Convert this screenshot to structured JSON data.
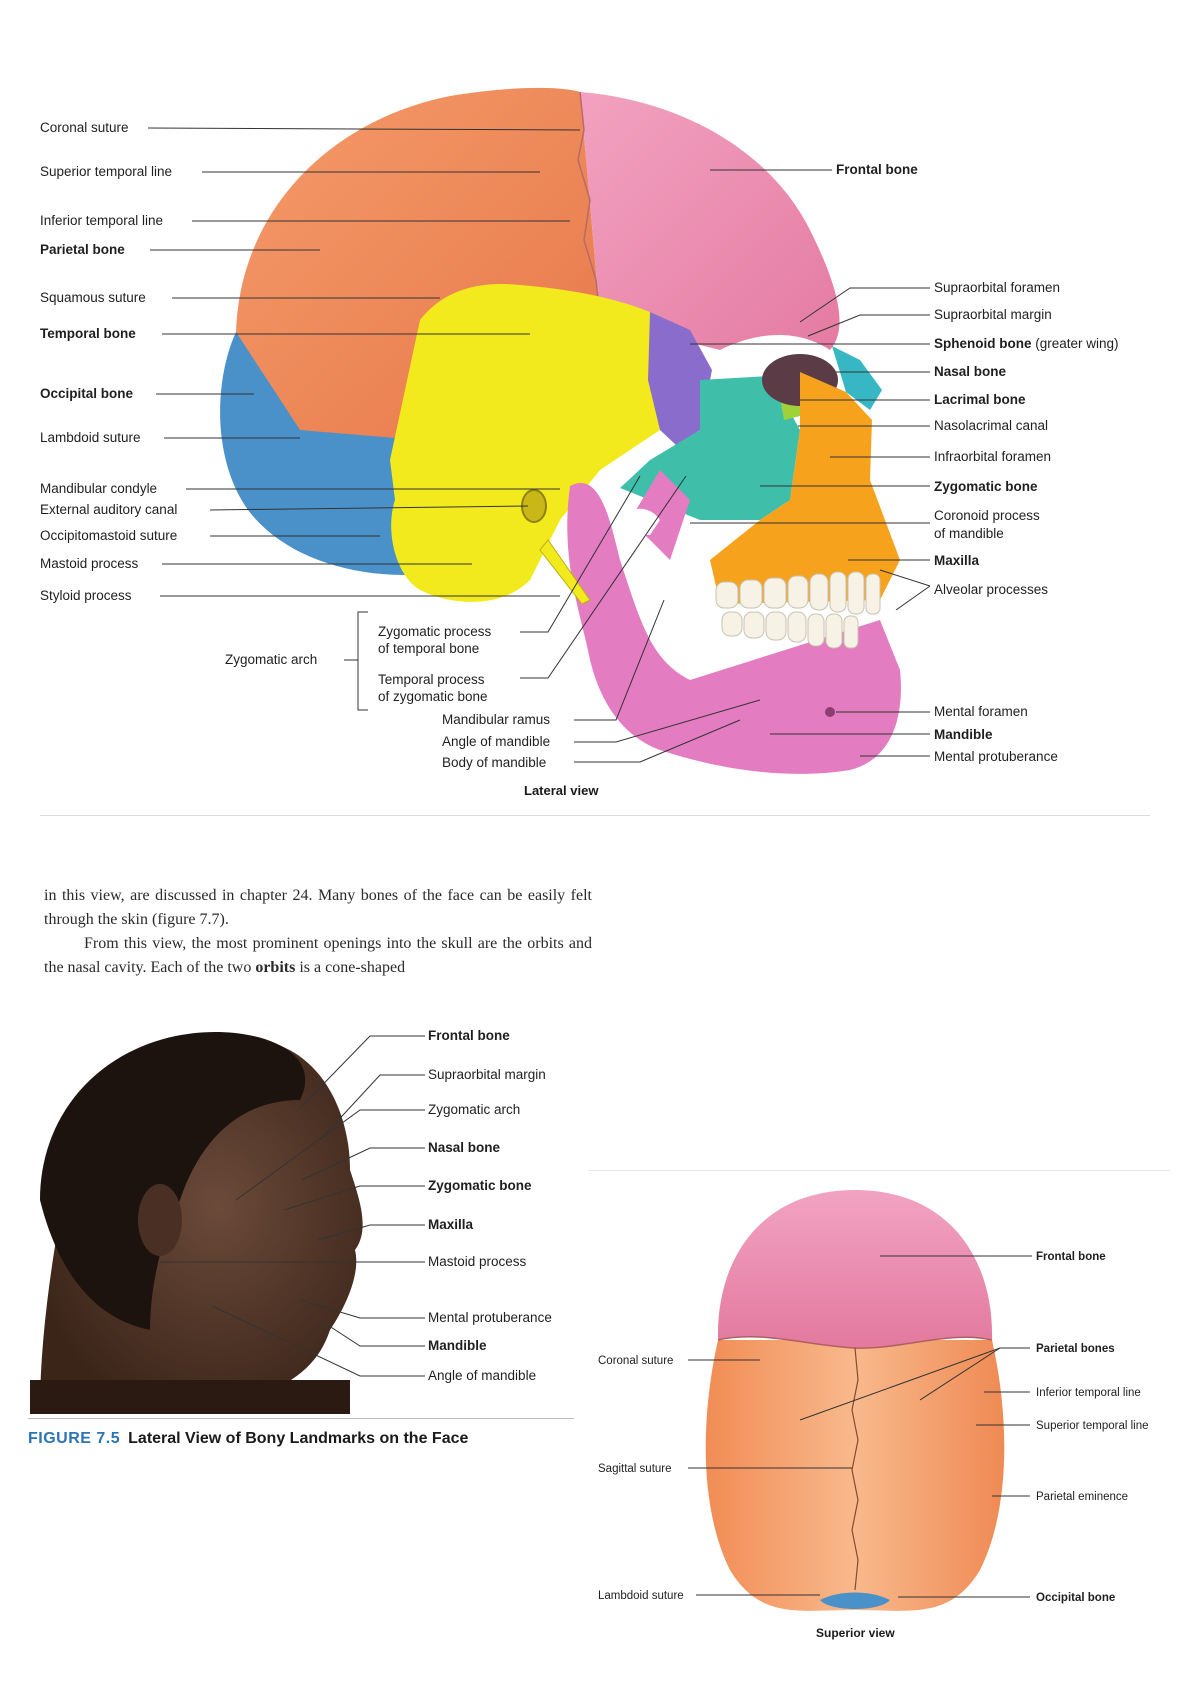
{
  "lateral_view": {
    "caption": "Lateral view",
    "labels_left": [
      {
        "text": "Coronal suture",
        "bold": false
      },
      {
        "text": "Superior temporal line",
        "bold": false
      },
      {
        "text": "Inferior temporal line",
        "bold": false
      },
      {
        "text": "Parietal bone",
        "bold": true
      },
      {
        "text": "Squamous suture",
        "bold": false
      },
      {
        "text": "Temporal bone",
        "bold": true
      },
      {
        "text": "Occipital bone",
        "bold": true
      },
      {
        "text": "Lambdoid suture",
        "bold": false
      },
      {
        "text": "Mandibular condyle",
        "bold": false
      },
      {
        "text": "External auditory canal",
        "bold": false
      },
      {
        "text": "Occipitomastoid suture",
        "bold": false
      },
      {
        "text": "Mastoid process",
        "bold": false
      },
      {
        "text": "Styloid process",
        "bold": false
      }
    ],
    "frontal_label": "Frontal bone",
    "labels_right": [
      {
        "text": "Supraorbital foramen",
        "bold": false
      },
      {
        "text": "Supraorbital margin",
        "bold": false
      },
      {
        "text": "Sphenoid bone",
        "bold": true,
        "suffix": " (greater wing)"
      },
      {
        "text": "Nasal bone",
        "bold": true
      },
      {
        "text": "Lacrimal bone",
        "bold": true
      },
      {
        "text": "Nasolacrimal canal",
        "bold": false
      },
      {
        "text": "Infraorbital foramen",
        "bold": false
      },
      {
        "text": "Zygomatic bone",
        "bold": true
      },
      {
        "text": "Coronoid process",
        "bold": false
      },
      {
        "text": "of mandible",
        "bold": false
      },
      {
        "text": "Maxilla",
        "bold": true
      },
      {
        "text": "Alveolar processes",
        "bold": false
      },
      {
        "text": "Mental foramen",
        "bold": false
      },
      {
        "text": "Mandible",
        "bold": true
      },
      {
        "text": "Mental protuberance",
        "bold": false
      }
    ],
    "zygomatic_arch": "Zygomatic arch",
    "zygo_process_1": "Zygomatic process",
    "zygo_process_2": "of temporal bone",
    "temp_process_1": "Temporal process",
    "temp_process_2": "of zygomatic bone",
    "labels_bottom": [
      "Mandibular ramus",
      "Angle of mandible",
      "Body of mandible"
    ]
  },
  "text": {
    "p1": "in this view, are discussed in chapter 24. Many bones of the face can be easily felt through the skin (figure 7.7).",
    "p2": "From this view, the most prominent openings into the skull are the orbits and the nasal cavity. Each of the two orbits is a cone-shaped",
    "p2_bold": "orbits"
  },
  "face_figure": {
    "labels": [
      {
        "text": "Frontal bone",
        "bold": true
      },
      {
        "text": "Supraorbital margin",
        "bold": false
      },
      {
        "text": "Zygomatic arch",
        "bold": false
      },
      {
        "text": "Nasal bone",
        "bold": true
      },
      {
        "text": "Zygomatic bone",
        "bold": true
      },
      {
        "text": "Maxilla",
        "bold": true
      },
      {
        "text": "Mastoid process",
        "bold": false
      },
      {
        "text": "Mental protuberance",
        "bold": false
      },
      {
        "text": "Mandible",
        "bold": true
      },
      {
        "text": "Angle of mandible",
        "bold": false
      }
    ],
    "caption_number": "FIGURE 7.5",
    "caption_title": "Lateral View of Bony Landmarks on the Face"
  },
  "superior_view": {
    "caption": "Superior view",
    "labels_left": [
      "Coronal suture",
      "Sagittal suture",
      "Lambdoid suture"
    ],
    "labels_right": [
      {
        "text": "Frontal bone",
        "bold": true
      },
      {
        "text": "Parietal bones",
        "bold": true
      },
      {
        "text": "Inferior temporal line",
        "bold": false
      },
      {
        "text": "Superior temporal line",
        "bold": false
      },
      {
        "text": "Parietal eminence",
        "bold": false
      },
      {
        "text": "Occipital bone",
        "bold": true
      }
    ]
  },
  "colors": {
    "parietal": "#f08c5a",
    "frontal": "#ee8fb1",
    "temporal": "#f2ea1c",
    "occipital": "#4a90c9",
    "sphenoid": "#8a6ccc",
    "zygomatic": "#3fbfaa",
    "maxilla": "#f7a21d",
    "mandible": "#e47cc2",
    "nasal": "#37b7c4",
    "lacrimal": "#9fd23a",
    "caption_blue": "#2a73b7"
  }
}
